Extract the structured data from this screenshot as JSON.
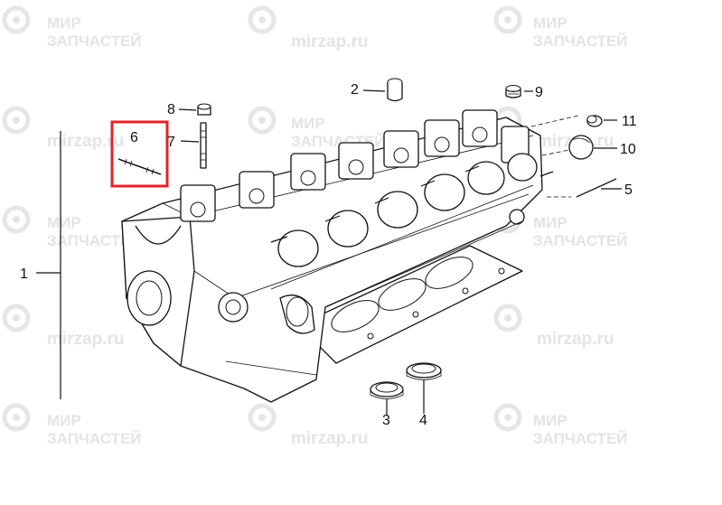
{
  "watermark": {
    "line1": "МИР",
    "line2": "ЗАПЧАСТЕЙ",
    "url": "mirzap.ru"
  },
  "callouts": {
    "c1": "1",
    "c2": "2",
    "c3": "3",
    "c4": "4",
    "c5": "5",
    "c6": "6",
    "c7": "7",
    "c8": "8",
    "c9": "9",
    "c10": "10",
    "c11": "11"
  },
  "highlight_color": "#e0232a"
}
